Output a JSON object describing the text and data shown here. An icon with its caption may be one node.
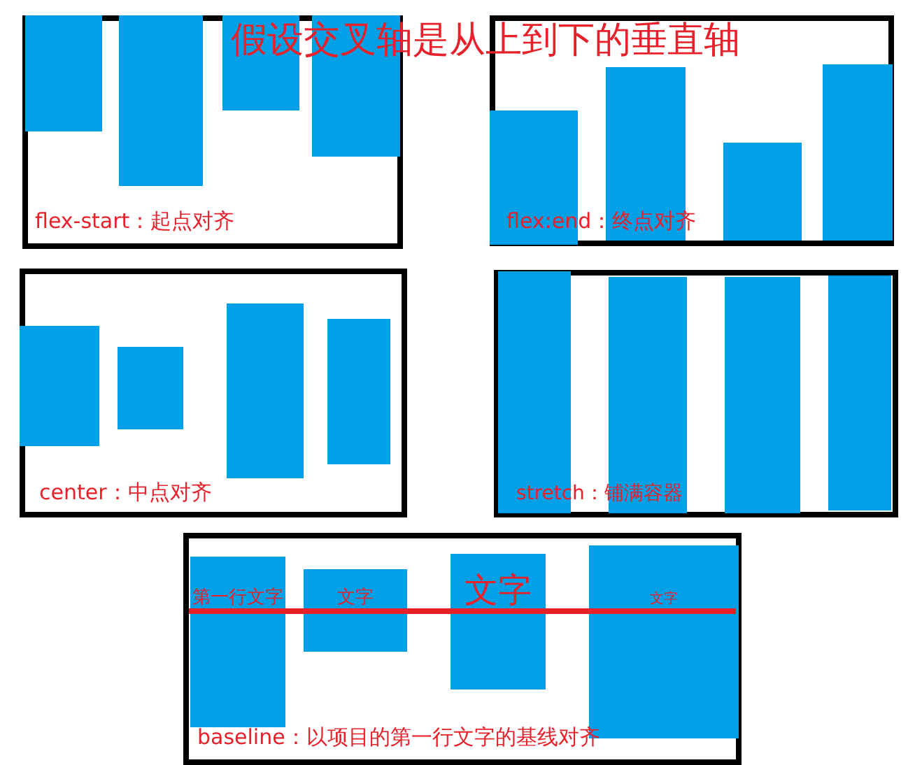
{
  "diagram": {
    "title": "假设交叉轴是从上到下的垂直轴",
    "nodes": [
      {
        "text": [
          "flex-start：起点对齐"
        ]
      },
      {
        "text": [],
        "shape": "box",
        "in": 0
      },
      {
        "text": [],
        "shape": "box",
        "in": 0
      },
      {
        "text": [],
        "shape": "box",
        "in": 0
      },
      {
        "text": [],
        "shape": "box",
        "in": 0
      },
      {
        "text": [
          "flex:end：终点对齐"
        ]
      },
      {
        "text": [],
        "shape": "box",
        "in": 5
      },
      {
        "text": [],
        "shape": "box",
        "in": 5
      },
      {
        "text": [],
        "shape": "box",
        "in": 5
      },
      {
        "text": [],
        "shape": "box",
        "in": 5
      },
      {
        "text": [
          "center：中点对齐"
        ]
      },
      {
        "text": [],
        "shape": "box",
        "in": 10
      },
      {
        "text": [],
        "shape": "box",
        "in": 10
      },
      {
        "text": [],
        "shape": "box",
        "in": 10
      },
      {
        "text": [],
        "shape": "box",
        "in": 10
      },
      {
        "text": [
          "stretch：铺满容器"
        ]
      },
      {
        "text": [],
        "shape": "box",
        "in": 15
      },
      {
        "text": [],
        "shape": "box",
        "in": 15
      },
      {
        "text": [],
        "shape": "box",
        "in": 15
      },
      {
        "text": [],
        "shape": "box",
        "in": 15
      },
      {
        "text": [
          "baseline：以项目的第一行文字的基线对齐"
        ]
      },
      {
        "text": [
          "第一行文字"
        ],
        "in": 20
      },
      {
        "text": [
          "文字"
        ],
        "in": 20
      },
      {
        "text": [
          "文字"
        ],
        "in": 20
      },
      {
        "text": [
          "文字"
        ],
        "in": 20
      }
    ]
  }
}
